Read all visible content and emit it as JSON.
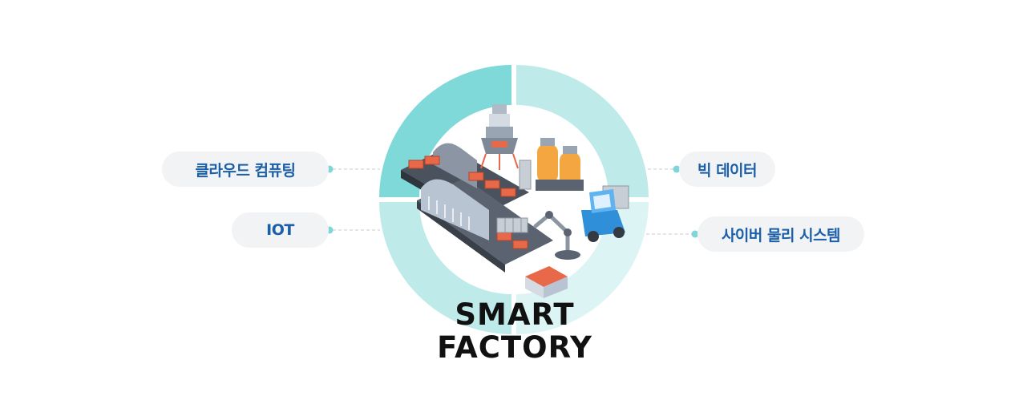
{
  "labels": {
    "cloud_computing": "클라우드 컴퓨팅",
    "iot": "IOT",
    "big_data": "빅 데이터",
    "cyber_physical_system": "사이버 물리 시스템"
  },
  "center": {
    "line1": "SMART",
    "line2": "FACTORY"
  },
  "colors": {
    "ring_top_left": "#7fd9d9",
    "ring_top_right": "#bfeaea",
    "ring_bottom_left": "#bfeaea",
    "ring_bottom_right": "#dcf4f4",
    "label_text": "#1a5fa8",
    "pill_bg": "#f2f3f5",
    "connector_dot": "#7fd6d8"
  }
}
